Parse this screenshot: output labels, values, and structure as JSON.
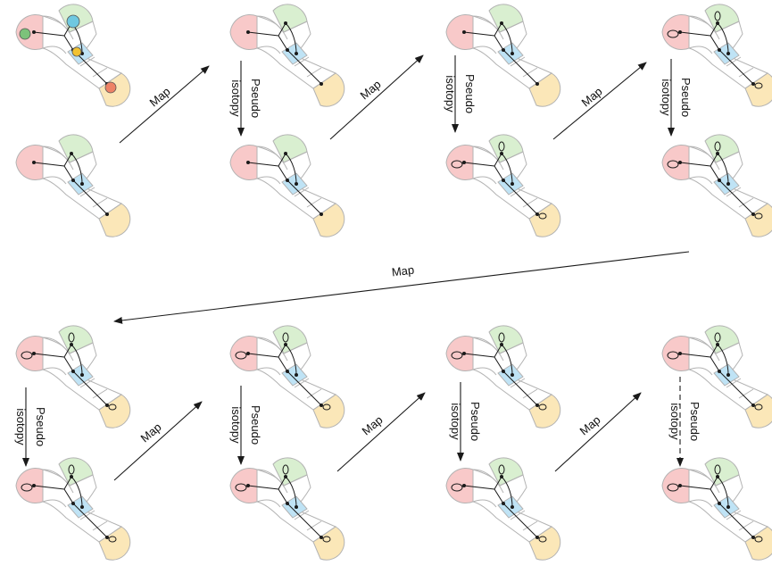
{
  "labels": {
    "map": "Map",
    "pseudo": "Pseudo",
    "isotopy": "isotopy"
  },
  "colors": {
    "red_lobe": "#f8c9c9",
    "green_lobe": "#d9efd0",
    "blue_band": "#bfe3f5",
    "yellow_lobe": "#fbe7b8",
    "outline": "#b3b3b3",
    "ink": "#1a1a1a"
  },
  "panels": [
    {
      "id": "p1",
      "row": 1,
      "col": 1,
      "variant": "initial-colored"
    },
    {
      "id": "p2",
      "row": 2,
      "col": 1,
      "variant": "graph"
    },
    {
      "id": "p3",
      "row": 1,
      "col": 2,
      "variant": "graph"
    },
    {
      "id": "p4",
      "row": 2,
      "col": 2,
      "variant": "graph"
    },
    {
      "id": "p5",
      "row": 1,
      "col": 3,
      "variant": "graph"
    },
    {
      "id": "p6",
      "row": 2,
      "col": 3,
      "variant": "graph-loops"
    },
    {
      "id": "p7",
      "row": 1,
      "col": 4,
      "variant": "graph-loops"
    },
    {
      "id": "p8",
      "row": 2,
      "col": 4,
      "variant": "graph-loops"
    },
    {
      "id": "p9",
      "row": 3,
      "col": 1,
      "variant": "graph-loops"
    },
    {
      "id": "p10",
      "row": 4,
      "col": 1,
      "variant": "graph-loops"
    },
    {
      "id": "p11",
      "row": 3,
      "col": 2,
      "variant": "graph-loops"
    },
    {
      "id": "p12",
      "row": 4,
      "col": 2,
      "variant": "graph-loops"
    },
    {
      "id": "p13",
      "row": 3,
      "col": 3,
      "variant": "graph-loops"
    },
    {
      "id": "p14",
      "row": 4,
      "col": 3,
      "variant": "graph-loops"
    },
    {
      "id": "p15",
      "row": 3,
      "col": 4,
      "variant": "graph-loops"
    },
    {
      "id": "p16",
      "row": 4,
      "col": 4,
      "variant": "graph-loops"
    }
  ]
}
